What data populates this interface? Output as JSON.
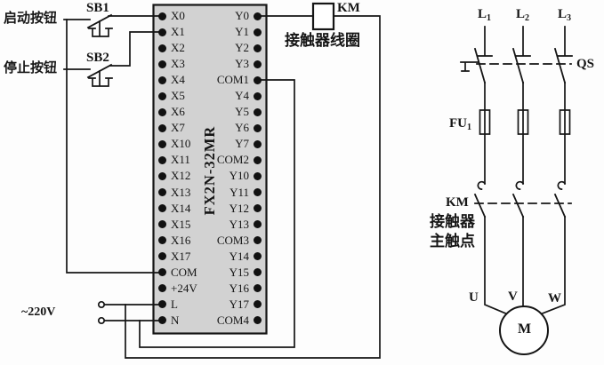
{
  "colors": {
    "ink": "#151515",
    "plc_fill": "#d2d2d2",
    "background": "#fdfdfd"
  },
  "left_panel": {
    "start_button_label": "启动按钮",
    "stop_button_label": "停止按钮",
    "sb1": "SB1",
    "sb2": "SB2",
    "supply": "~220V"
  },
  "plc": {
    "model": "FX2N-32MR",
    "left_terminals": [
      "X0",
      "X1",
      "X2",
      "X3",
      "X4",
      "X5",
      "X6",
      "X7",
      "X10",
      "X11",
      "X12",
      "X13",
      "X14",
      "X15",
      "X16",
      "X17",
      "COM",
      "+24V",
      "L",
      "N"
    ],
    "right_terminals": [
      "Y0",
      "Y1",
      "Y2",
      "Y3",
      "COM1",
      "Y4",
      "Y5",
      "Y6",
      "Y7",
      "COM2",
      "Y10",
      "Y11",
      "Y12",
      "Y13",
      "COM3",
      "Y14",
      "Y15",
      "Y16",
      "Y17",
      "COM4"
    ]
  },
  "output_circuit": {
    "km": "KM",
    "coil_caption": "接触器线圈"
  },
  "main_circuit": {
    "phases": [
      {
        "base": "L",
        "sub": "1"
      },
      {
        "base": "L",
        "sub": "2"
      },
      {
        "base": "L",
        "sub": "3"
      }
    ],
    "qs": "QS",
    "fuse": {
      "base": "FU",
      "sub": "1"
    },
    "km": "KM",
    "contactor_caption_line1": "接触器",
    "contactor_caption_line2": "主触点",
    "motor": "M",
    "motor_phases": [
      "U",
      "V",
      "W"
    ]
  }
}
